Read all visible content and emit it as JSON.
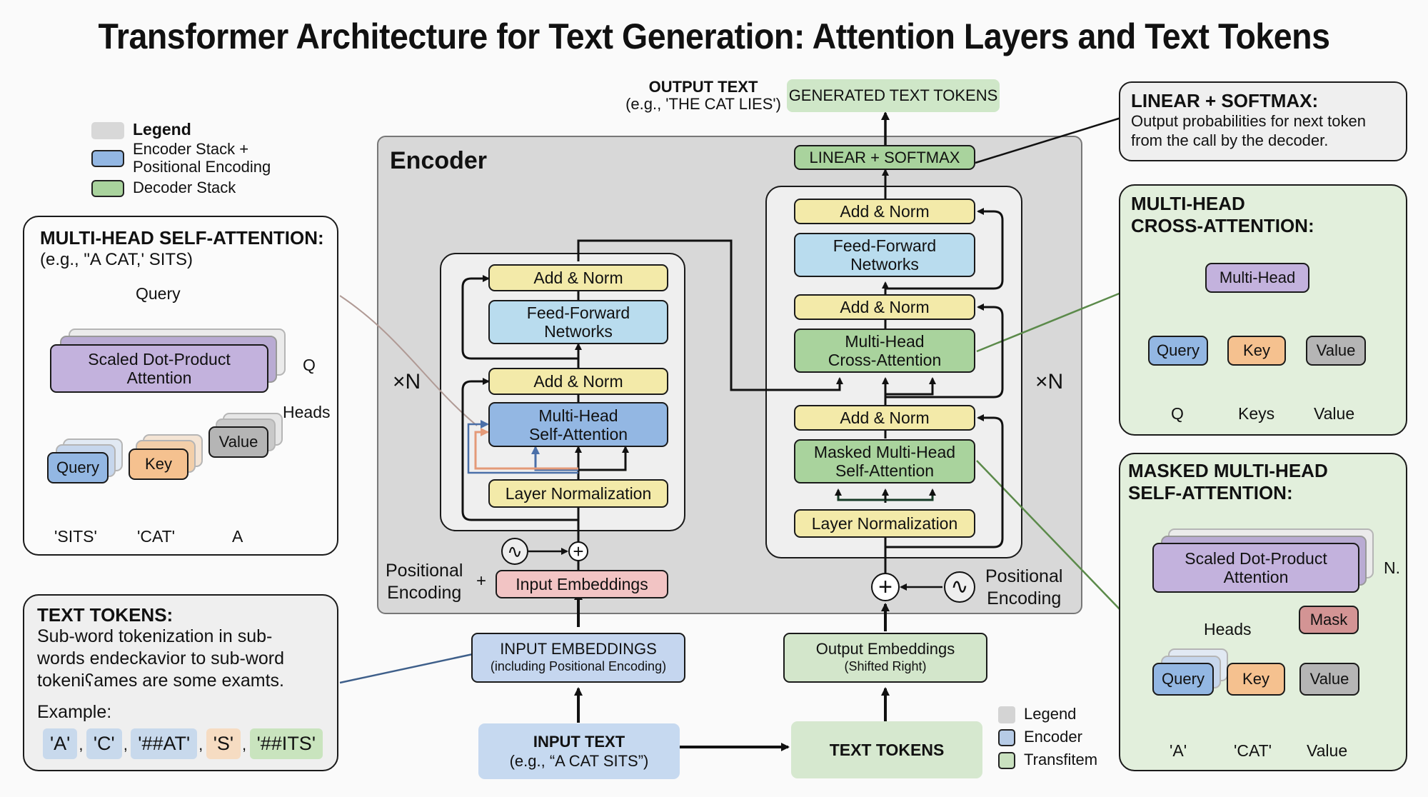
{
  "title": "Transformer Architecture for Text Generation: Attention Layers and Text Tokens",
  "legend_top": {
    "heading": "Legend",
    "items": [
      {
        "label": "Encoder Stack + Positional Encoding",
        "line1": "Encoder Stack +",
        "line2": "Positional Encoding",
        "color": "#93b7e3"
      },
      {
        "label": "Decoder Stack",
        "color": "#a9d39d"
      }
    ],
    "heading_swatch": "#d8d8d8"
  },
  "legend_bottom": {
    "heading": "Legend",
    "items": [
      {
        "label": "Encoder",
        "color": "#b6cbe6"
      },
      {
        "label": "Transfitem",
        "color": "#c9e1bf"
      }
    ]
  },
  "self_attention_panel": {
    "title": "MULTI-HEAD SELF-ATTENTION:",
    "subtitle": "(e.g., \"A CAT,' SITS)",
    "output_label": "Query",
    "core_line1": "Scaled Dot-Product",
    "core_line2": "Attention",
    "side_label": "Q",
    "heads_label": "Heads",
    "inputs": [
      {
        "box": "Query",
        "token": "'SITS'"
      },
      {
        "box": "Key",
        "token": "'CAT'"
      },
      {
        "box": "Value",
        "token": "A"
      }
    ]
  },
  "text_tokens_panel": {
    "title": "TEXT TOKENS:",
    "body_lines": [
      "Sub-word tokenization in sub-",
      "words endeckavior to sub-word",
      "tokeniʕames are some examts."
    ],
    "example_label": "Example:",
    "tokens": [
      {
        "text": "'A'",
        "color": "#c8d9ec"
      },
      {
        "text": "'C'",
        "color": "#c8d9ec"
      },
      {
        "text": "'##AT'",
        "color": "#c8d9ec"
      },
      {
        "text": "'S'",
        "color": "#f6dcc2"
      },
      {
        "text": "'##ITS'",
        "color": "#c9e4be"
      }
    ],
    "separator": ","
  },
  "output": {
    "heading": "OUTPUT TEXT",
    "example": "(e.g., 'THE CAT LIES')",
    "generated": "GENERATED TEXT TOKENS"
  },
  "encoder": {
    "label": "Encoder",
    "repeat_left": "×N",
    "repeat_right": "×N",
    "add_norm_top": "Add & Norm",
    "ffn_line1": "Feed-Forward",
    "ffn_line2": "Networks",
    "add_norm_mid": "Add & Norm",
    "mhsa_line1": "Multi-Head",
    "mhsa_line2": "Self-Attention",
    "layer_norm": "Layer Normalization",
    "pos_enc_line1": "Positional",
    "pos_enc_line2": "Encoding",
    "plus": "+",
    "input_embeddings": "Input Embeddings"
  },
  "decoder": {
    "linear_softmax": "LINEAR + SOFTMAX",
    "add_norm_1": "Add & Norm",
    "ffn_line1": "Feed-Forward",
    "ffn_line2": "Networks",
    "add_norm_2": "Add & Norm",
    "cross_line1": "Multi-Head",
    "cross_line2": "Cross-Attention",
    "add_norm_3": "Add & Norm",
    "masked_line1": "Masked Multi-Head",
    "masked_line2": "Self-Attention",
    "layer_norm": "Layer Normalization",
    "pos_enc_line1": "Positional",
    "pos_enc_line2": "Encoding"
  },
  "bottom": {
    "input_emb_line1": "INPUT EMBEDDINGS",
    "input_emb_line2": "(including Positional Encoding)",
    "output_emb_line1": "Output Embeddings",
    "output_emb_line2": "(Shifted Right)",
    "input_text_line1": "INPUT TEXT",
    "input_text_line2": "(e.g., “A CAT SITS”)",
    "text_tokens": "TEXT TOKENS"
  },
  "linear_softmax_panel": {
    "title": "LINEAR + SOFTMAX:",
    "line1": "Output probabilities for next token",
    "line2": "from the call by the decoder."
  },
  "cross_attention_panel": {
    "title_line1": "MULTI-HEAD",
    "title_line2": "CROSS-ATTENTION:",
    "core": "Multi-Head",
    "inputs": [
      {
        "box": "Query",
        "label": "Q"
      },
      {
        "box": "Key",
        "label": "Keys"
      },
      {
        "box": "Value",
        "label": "Value"
      }
    ]
  },
  "masked_attention_panel": {
    "title_line1": "MASKED MULTI-HEAD",
    "title_line2": "SELF-ATTENTION:",
    "core_line1": "Scaled Dot-Product",
    "core_line2": "Attention",
    "side_label": "N.",
    "heads_label": "Heads",
    "mask_label": "Mask",
    "inputs": [
      {
        "box": "Query",
        "token": "'A'"
      },
      {
        "box": "Key",
        "token": "'CAT'"
      },
      {
        "box": "Value",
        "token": "Value"
      }
    ]
  }
}
